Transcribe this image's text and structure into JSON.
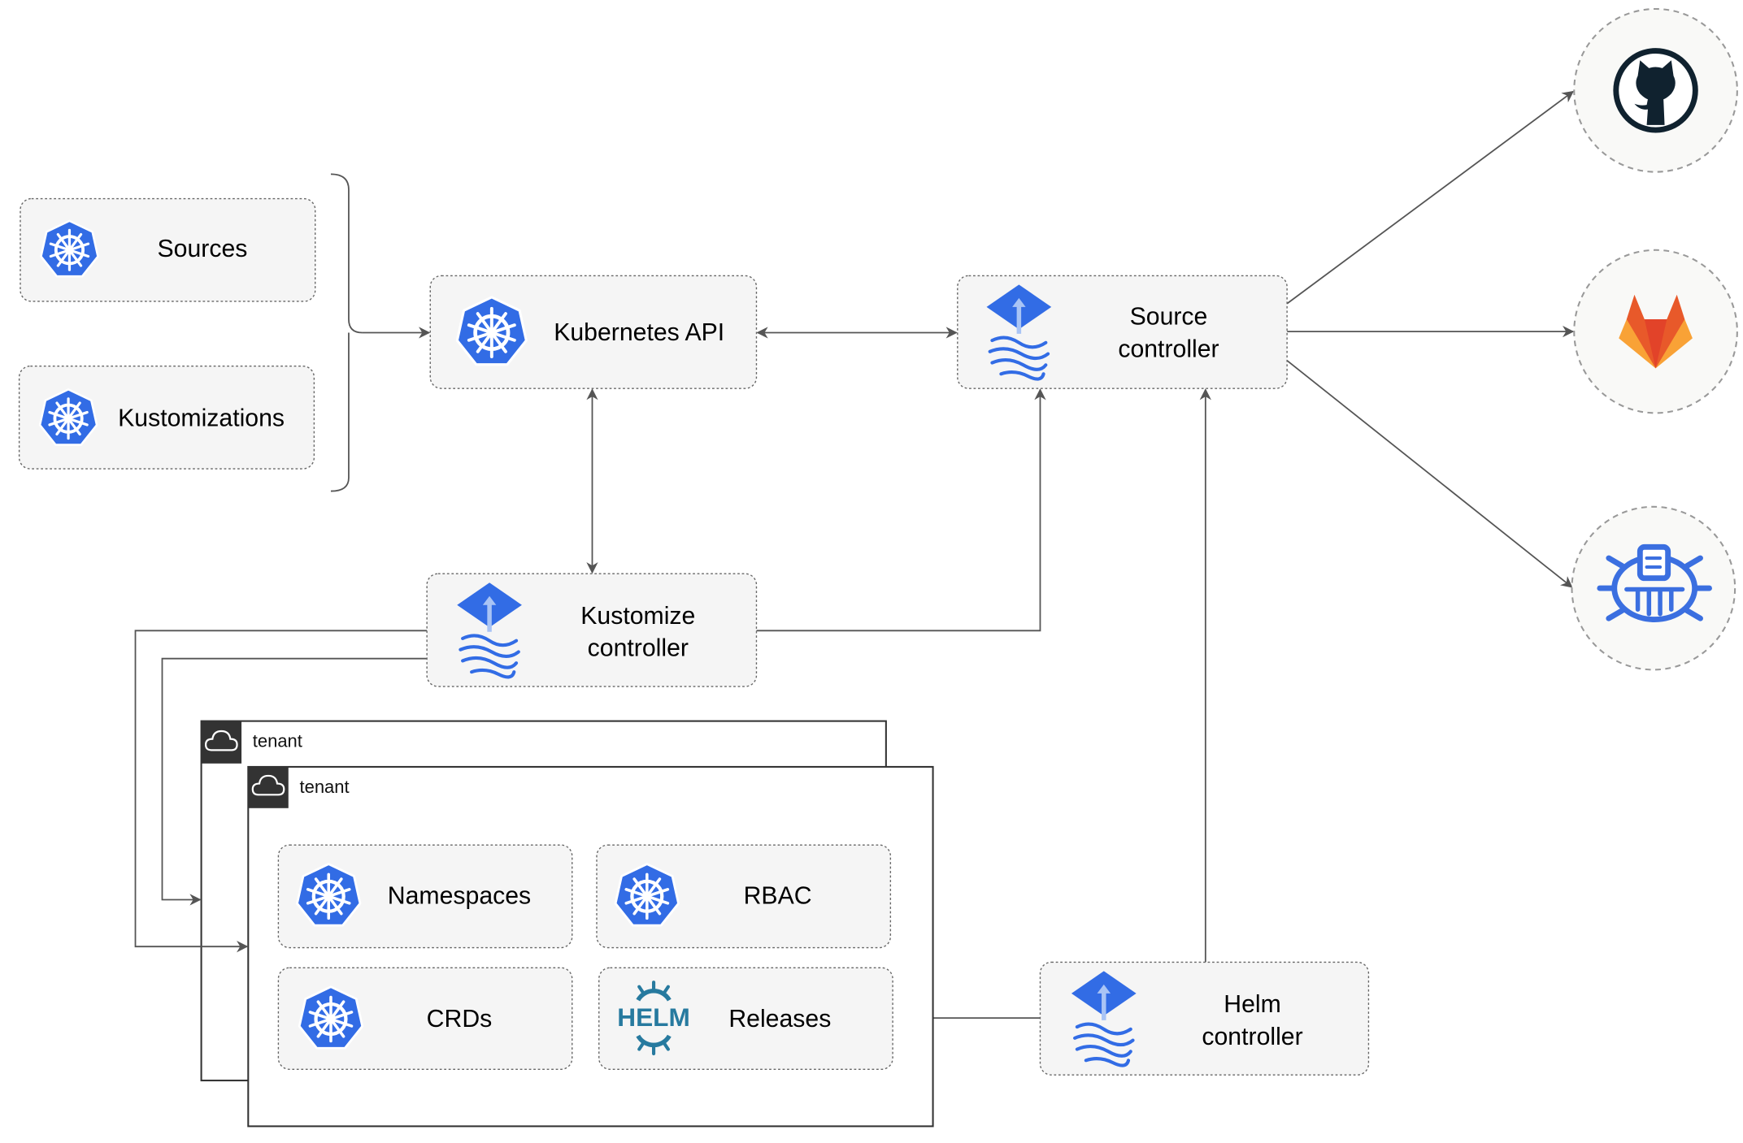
{
  "colors": {
    "kubernetes_blue": "#326ce5",
    "flux_blue": "#3b6fe0",
    "helm_teal": "#277a9f",
    "github_dark": "#10222f",
    "gitlab_orange": "#e8592a",
    "gitlab_yellow": "#f9a236",
    "node_fill": "#f5f5f5",
    "edge": "#555555"
  },
  "nodes": {
    "sources": {
      "label": "Sources",
      "icon": "kubernetes-icon"
    },
    "kustomizations": {
      "label": "Kustomizations",
      "icon": "kubernetes-icon"
    },
    "kubernetes_api": {
      "label": "Kubernetes API",
      "icon": "kubernetes-icon"
    },
    "source_controller": {
      "line1": "Source",
      "line2": "controller",
      "icon": "flux-icon"
    },
    "kustomize_controller": {
      "line1": "Kustomize",
      "line2": "controller",
      "icon": "flux-icon"
    },
    "helm_controller": {
      "line1": "Helm",
      "line2": "controller",
      "icon": "flux-icon"
    },
    "namespaces": {
      "label": "Namespaces",
      "icon": "kubernetes-icon"
    },
    "rbac": {
      "label": "RBAC",
      "icon": "kubernetes-icon"
    },
    "crds": {
      "label": "CRDs",
      "icon": "kubernetes-icon"
    },
    "releases": {
      "label": "Releases",
      "icon": "helm-icon",
      "icon_text": "HELM"
    }
  },
  "tenants": [
    {
      "label": "tenant",
      "icon": "cloud-icon"
    },
    {
      "label": "tenant",
      "icon": "cloud-icon"
    }
  ],
  "external": [
    {
      "icon": "github-icon"
    },
    {
      "icon": "gitlab-icon"
    },
    {
      "icon": "container-registry-icon"
    }
  ]
}
